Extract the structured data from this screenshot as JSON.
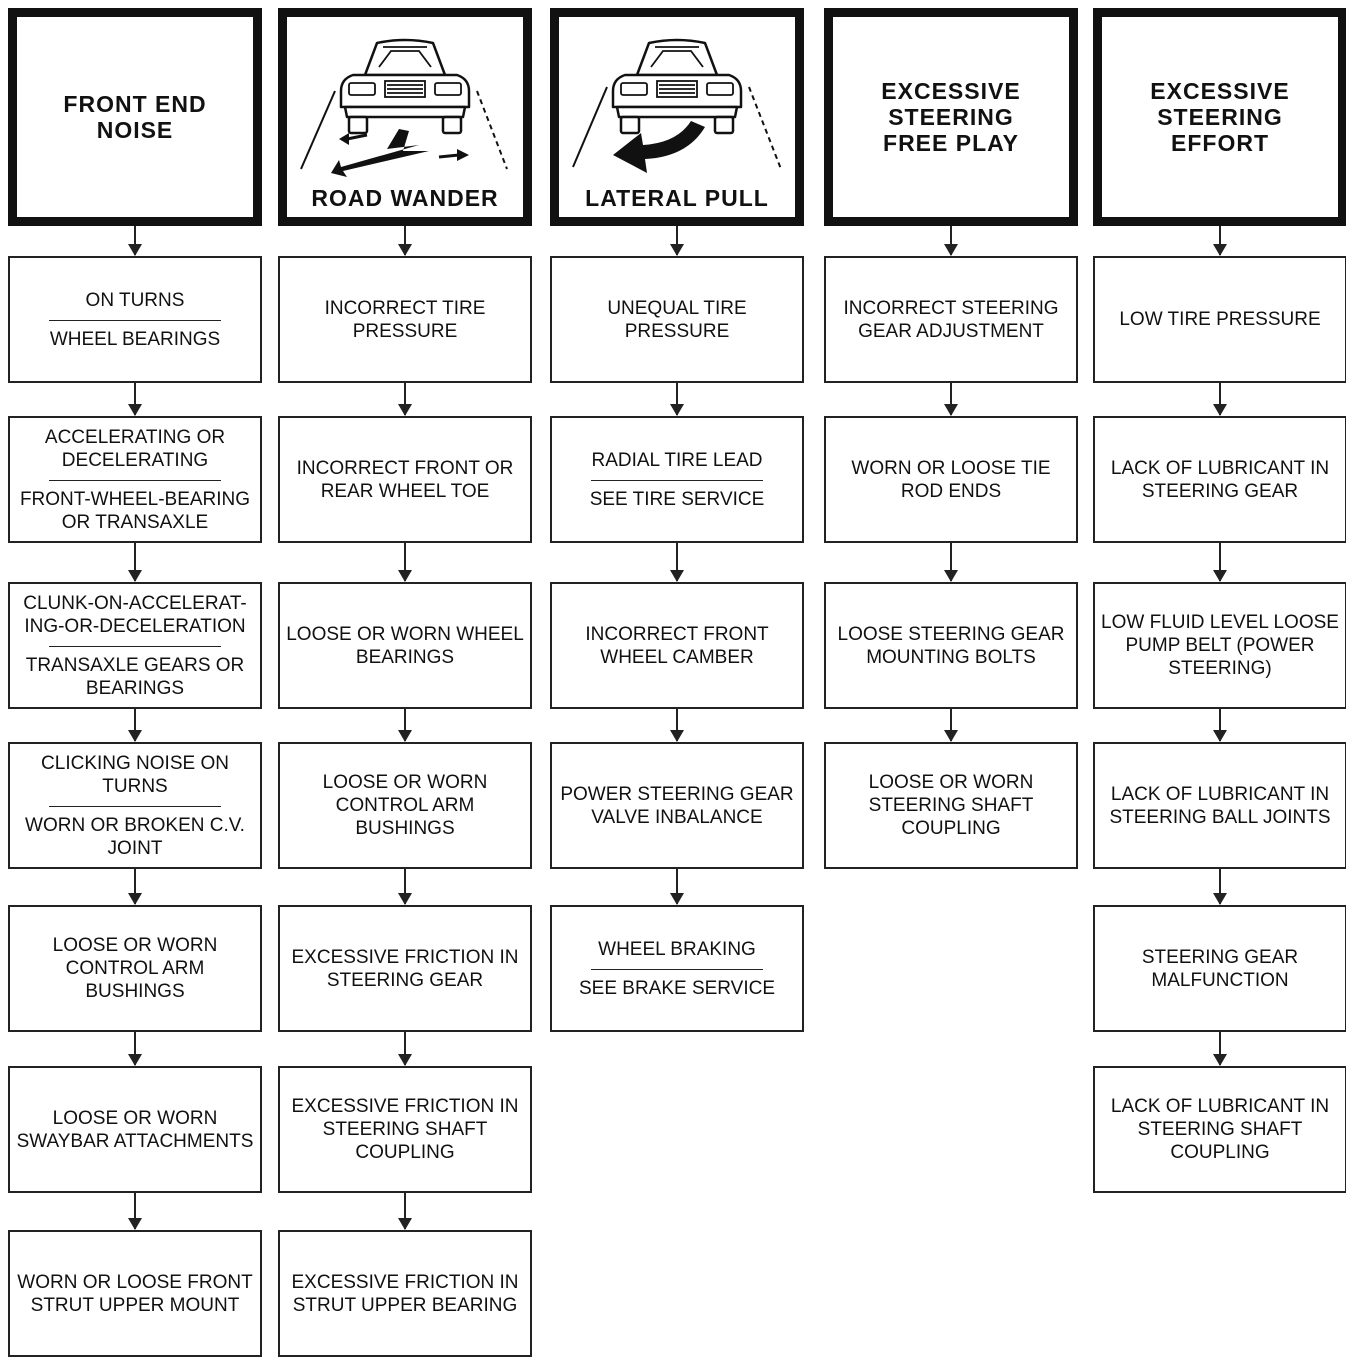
{
  "columns": [
    {
      "header": "FRONT END NOISE",
      "header_lines": [
        "FRONT END",
        "NOISE"
      ],
      "illustration": null,
      "items": [
        {
          "cond": "ON TURNS",
          "cause": "WHEEL BEARINGS"
        },
        {
          "cond": "ACCELERATING OR DECELERATING",
          "cause": "FRONT-WHEEL-BEARING OR TRANSAXLE"
        },
        {
          "cond": "CLUNK-ON-ACCELERAT-ING-OR-DECELERATION",
          "cause": "TRANSAXLE GEARS OR BEARINGS"
        },
        {
          "cond": "CLICKING NOISE ON TURNS",
          "cause": "WORN OR BROKEN C.V. JOINT"
        },
        {
          "cause": "LOOSE OR WORN CONTROL ARM BUSHINGS"
        },
        {
          "cause": "LOOSE OR WORN SWAYBAR ATTACHMENTS"
        },
        {
          "cause": "WORN OR LOOSE FRONT STRUT UPPER MOUNT"
        }
      ]
    },
    {
      "header": "ROAD WANDER",
      "illustration": "car-wander-icon",
      "items": [
        {
          "cause": "INCORRECT TIRE PRESSURE"
        },
        {
          "cause": "INCORRECT FRONT OR REAR WHEEL TOE"
        },
        {
          "cause": "LOOSE OR WORN WHEEL BEARINGS"
        },
        {
          "cause": "LOOSE OR WORN CONTROL ARM BUSHINGS"
        },
        {
          "cause": "EXCESSIVE FRICTION IN STEERING GEAR"
        },
        {
          "cause": "EXCESSIVE FRICTION IN STEERING SHAFT COUPLING"
        },
        {
          "cause": "EXCESSIVE FRICTION IN STRUT UPPER BEARING"
        }
      ]
    },
    {
      "header": "LATERAL PULL",
      "illustration": "car-pull-icon",
      "items": [
        {
          "cause": "UNEQUAL TIRE PRESSURE"
        },
        {
          "cond": "RADIAL TIRE LEAD",
          "cause": "SEE TIRE SERVICE"
        },
        {
          "cause": "INCORRECT FRONT WHEEL CAMBER"
        },
        {
          "cause": "POWER STEERING GEAR VALVE INBALANCE"
        },
        {
          "cond": "WHEEL BRAKING",
          "cause": "SEE BRAKE SERVICE"
        }
      ]
    },
    {
      "header": "EXCESSIVE STEERING FREE PLAY",
      "header_lines": [
        "EXCESSIVE",
        "STEERING",
        "FREE PLAY"
      ],
      "illustration": null,
      "items": [
        {
          "cause": "INCORRECT STEERING GEAR ADJUSTMENT"
        },
        {
          "cause": "WORN OR LOOSE TIE ROD ENDS"
        },
        {
          "cause": "LOOSE STEERING GEAR MOUNTING BOLTS"
        },
        {
          "cause": "LOOSE OR WORN STEERING SHAFT COUPLING"
        }
      ]
    },
    {
      "header": "EXCESSIVE STEERING EFFORT",
      "header_lines": [
        "EXCESSIVE",
        "STEERING",
        "EFFORT"
      ],
      "illustration": null,
      "items": [
        {
          "cause": "LOW TIRE PRESSURE"
        },
        {
          "cause": "LACK OF LUBRICANT IN STEERING GEAR"
        },
        {
          "cause": "LOW FLUID LEVEL LOOSE PUMP BELT (POWER STEERING)"
        },
        {
          "cause": "LACK OF LUBRICANT IN STEERING BALL JOINTS"
        },
        {
          "cause": "STEERING GEAR MALFUNCTION"
        },
        {
          "cause": "LACK OF LUBRICANT IN STEERING SHAFT COUPLING"
        }
      ]
    }
  ]
}
